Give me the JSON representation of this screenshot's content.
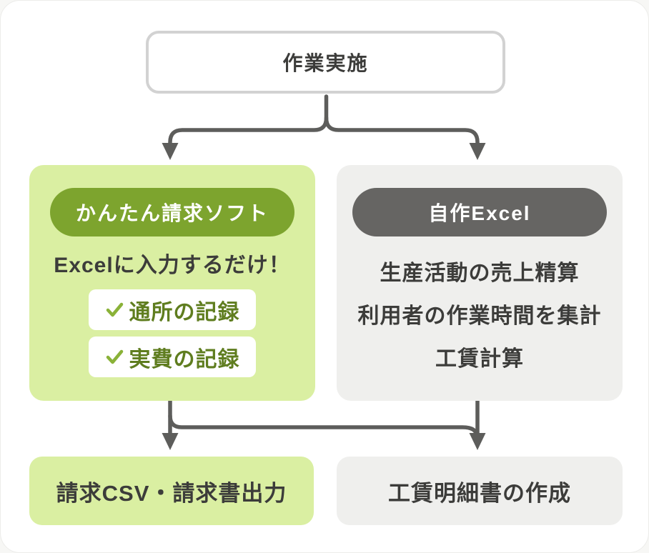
{
  "theme": {
    "page_bg": "#f7f7f5",
    "card_bg": "#ffffff",
    "arrow": "#5d5d5b",
    "top_box_border": "#d2d2d2",
    "green_box_bg": "#daefa2",
    "green_pill_bg": "#7da42e",
    "gray_box_bg": "#efefed",
    "gray_pill_bg": "#666563",
    "check_green": "#8ab238",
    "check_label_green": "#5f7d1f",
    "text_dark": "#3c3c3a",
    "pill_text": "#ffffff"
  },
  "flow": {
    "source": {
      "label": "作業実施"
    },
    "left": {
      "pill_label": "かんたん請求ソフト",
      "headline": "Excelに入力するだけ！",
      "checklist": [
        {
          "label": "通所の記録"
        },
        {
          "label": "実費の記録"
        }
      ],
      "output": "請求CSV・請求書出力"
    },
    "right": {
      "pill_label": "自作Excel",
      "tasks": [
        "生産活動の売上精算",
        "利用者の作業時間を集計",
        "工賃計算"
      ],
      "output": "工賃明細書の作成"
    }
  }
}
